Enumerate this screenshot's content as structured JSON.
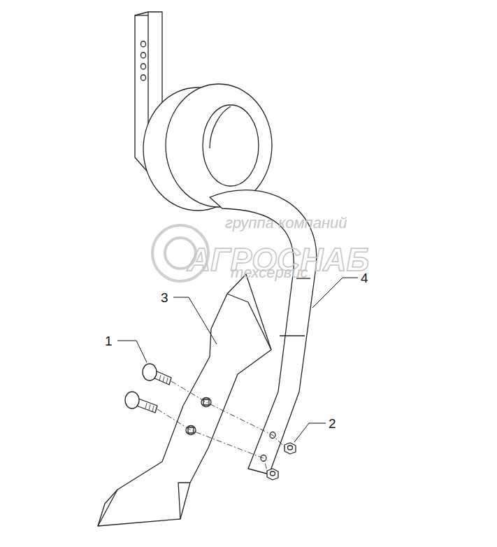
{
  "diagram": {
    "labels": [
      "группа компаний",
      "АГРОСНАБ",
      "техсервис",
      "3",
      "4",
      "1",
      "2"
    ]
  }
}
